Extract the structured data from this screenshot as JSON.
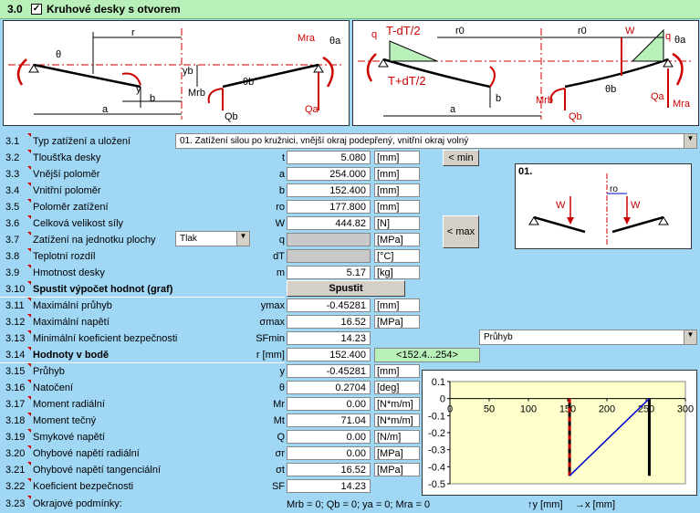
{
  "header": {
    "number": "3.0",
    "title": "Kruhové desky s otvorem"
  },
  "diagram1": {
    "labels": {
      "r": "r",
      "theta": "θ",
      "y": "y",
      "yb": "yb",
      "b": "b",
      "a": "a",
      "mrb": "Mrb",
      "qb": "Qb",
      "thetab": "θb",
      "mra": "Mra",
      "thetaa": "θa",
      "qa": "Qa"
    }
  },
  "diagram2": {
    "labels": {
      "t_minus": "T-dT/2",
      "t_plus": "T+dT/2",
      "q_left": "q",
      "r0_left": "r0",
      "r0_right": "r0",
      "w": "W",
      "q_right": "q",
      "thetaa": "θa",
      "b": "b",
      "a": "a",
      "mrb": "Mrb",
      "qb": "Qb",
      "thetab": "θb",
      "qa": "Qa",
      "mra": "Mra"
    }
  },
  "rows": [
    {
      "num": "3.1",
      "label": "Typ zatížení a uložení"
    },
    {
      "num": "3.2",
      "label": "Tloušťka desky",
      "sym": "t",
      "value": "5.080",
      "unit": "[mm]"
    },
    {
      "num": "3.3",
      "label": "Vnější poloměr",
      "sym": "a",
      "value": "254.000",
      "unit": "[mm]"
    },
    {
      "num": "3.4",
      "label": "Vnitřní poloměr",
      "sym": "b",
      "value": "152.400",
      "unit": "[mm]"
    },
    {
      "num": "3.5",
      "label": "Poloměr zatížení",
      "sym": "ro",
      "value": "177.800",
      "unit": "[mm]"
    },
    {
      "num": "3.6",
      "label": "Celková velikost síly",
      "sym": "W",
      "value": "444.82",
      "unit": "[N]"
    },
    {
      "num": "3.7",
      "label": "Zatížení na jednotku plochy",
      "sym": "q",
      "value": "",
      "unit": "[MPa]"
    },
    {
      "num": "3.8",
      "label": "Teplotní rozdíl",
      "sym": "dT",
      "value": "",
      "unit": "[°C]"
    },
    {
      "num": "3.9",
      "label": "Hmotnost desky",
      "sym": "m",
      "value": "5.17",
      "unit": "[kg]"
    },
    {
      "num": "3.10",
      "label": "Spustit výpočet hodnot (graf)"
    },
    {
      "num": "3.11",
      "label": "Maximální průhyb",
      "sym": "ymax",
      "value": "-0.45281",
      "unit": "[mm]"
    },
    {
      "num": "3.12",
      "label": "Maximální napětí",
      "sym": "σmax",
      "value": "16.52",
      "unit": "[MPa]"
    },
    {
      "num": "3.13",
      "label": "Minimální koeficient bezpečnosti",
      "sym": "SFmin",
      "value": "14.23",
      "unit": ""
    },
    {
      "num": "3.14",
      "label": "Hodnoty v bodě",
      "sym": "r [mm]",
      "value": "152.400",
      "unit": ""
    },
    {
      "num": "3.15",
      "label": "Průhyb",
      "sym": "y",
      "value": "-0.45281",
      "unit": "[mm]"
    },
    {
      "num": "3.16",
      "label": "Natočení",
      "sym": "θ",
      "value": "0.2704",
      "unit": "[deg]"
    },
    {
      "num": "3.17",
      "label": "Moment radiální",
      "sym": "Mr",
      "value": "0.00",
      "unit": "[N*m/m]"
    },
    {
      "num": "3.18",
      "label": "Moment tečný",
      "sym": "Mt",
      "value": "71.04",
      "unit": "[N*m/m]"
    },
    {
      "num": "3.19",
      "label": "Smykové napětí",
      "sym": "Q",
      "value": "0.00",
      "unit": "[N/m]"
    },
    {
      "num": "3.20",
      "label": "Ohybové napětí radiální",
      "sym": "σr",
      "value": "0.00",
      "unit": "[MPa]"
    },
    {
      "num": "3.21",
      "label": "Ohybové napětí tangenciální",
      "sym": "σt",
      "value": "16.52",
      "unit": "[MPa]"
    },
    {
      "num": "3.22",
      "label": "Koeficient bezpečnosti",
      "sym": "SF",
      "value": "14.23",
      "unit": ""
    },
    {
      "num": "3.23",
      "label": "Okrajové podmínky:"
    }
  ],
  "controls": {
    "load_type": "01. Zatížení silou po kružnici, vnější okraj podepřený, vnitřní okraj volný",
    "min_button": "< min",
    "max_button": "< max",
    "pressure_combo": "Tlak",
    "run_button": "Spustit",
    "range": "<152.4...254>",
    "graph_combo": "Průhyb",
    "boundary": "Mrb = 0; Qb = 0; ya = 0; Mra = 0",
    "y_axis_note": "↑y [mm]",
    "x_axis_note": "→x [mm]"
  },
  "preview": {
    "title": "01.",
    "w_left": "W",
    "w_right": "W",
    "ro": "ro"
  },
  "chart_data": {
    "type": "line",
    "x": [
      152.4,
      254
    ],
    "series": [
      {
        "values": [
          -0.45281,
          0
        ]
      }
    ],
    "xlim": [
      0,
      300
    ],
    "ylim": [
      -0.5,
      0.1
    ],
    "xticks": [
      0,
      50,
      100,
      150,
      200,
      250,
      300
    ],
    "yticks": [
      0.1,
      0,
      -0.1,
      -0.2,
      -0.3,
      -0.4,
      -0.5
    ],
    "vertical_markers": [
      152.4,
      254
    ],
    "grid": false,
    "colors": {
      "line": "#0000cc",
      "left_marker": "#000000",
      "left_marker_dash": "#cc0000",
      "right_marker": "#000000",
      "background": "#ffffcc"
    }
  }
}
